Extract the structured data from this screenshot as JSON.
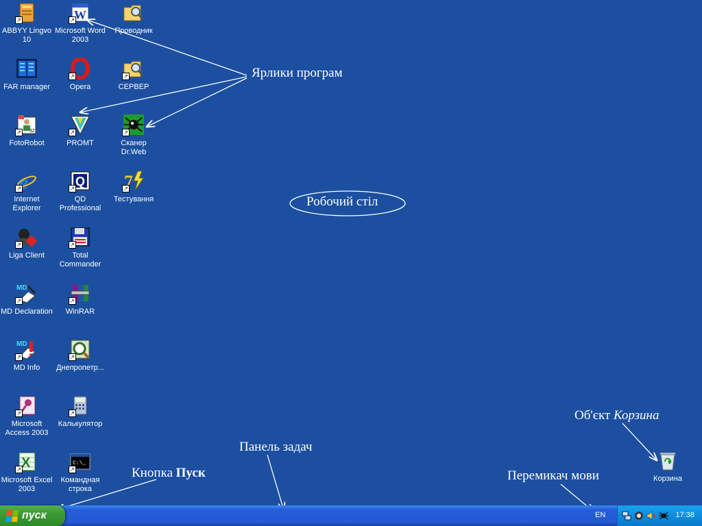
{
  "desktop_icons": [
    {
      "label": "ABBYY Lingvo\n10",
      "icon": "abbyy-lingvo-icon"
    },
    {
      "label": "Microsoft Word\n2003",
      "icon": "word-icon"
    },
    {
      "label": "Проводник",
      "icon": "explorer-folder-icon"
    },
    {
      "label": "FAR manager",
      "icon": "far-manager-icon"
    },
    {
      "label": "Opera",
      "icon": "opera-icon"
    },
    {
      "label": "СЕРВЕР",
      "icon": "server-folder-icon"
    },
    {
      "label": "FotoRobot",
      "icon": "fotorobot-icon"
    },
    {
      "label": "PROMT",
      "icon": "promt-icon"
    },
    {
      "label": "Сканер\nDr.Web",
      "icon": "drweb-icon"
    },
    {
      "label": "Internet\nExplorer",
      "icon": "internet-explorer-icon"
    },
    {
      "label": "QD\nProfessional",
      "icon": "qd-professional-icon"
    },
    {
      "label": "Тестування",
      "icon": "testing-icon"
    },
    {
      "label": "Liga Client",
      "icon": "liga-client-icon"
    },
    {
      "label": "Total\nCommander",
      "icon": "total-commander-icon"
    },
    {
      "label": "MD Declaration",
      "icon": "md-declaration-icon"
    },
    {
      "label": "WinRAR",
      "icon": "winrar-icon"
    },
    {
      "label": "MD Info",
      "icon": "md-info-icon"
    },
    {
      "label": "Днепропетр...",
      "icon": "map-search-icon"
    },
    {
      "label": "Microsoft\nAccess 2003",
      "icon": "access-icon"
    },
    {
      "label": "Калькулятор",
      "icon": "calculator-icon"
    },
    {
      "label": "Microsoft Excel\n2003",
      "icon": "excel-icon"
    },
    {
      "label": "Командная\nстрока",
      "icon": "command-prompt-icon"
    }
  ],
  "recycle_bin": {
    "label": "Корзина",
    "icon": "recycle-bin-icon"
  },
  "annotations": {
    "shortcuts": "Ярлики програм",
    "desktop": "Робочий стіл",
    "recycle_pre": "Об'єкт ",
    "recycle_em": "Корзина",
    "taskbar": "Панель задач",
    "start_pre": "Кнопка ",
    "start_bold": "Пуск",
    "lang_switch": "Перемикач мови"
  },
  "taskbar": {
    "start_label": "пуск",
    "language": "EN",
    "clock": "17:38",
    "tray_icons": [
      "network-icon",
      "agent-icon",
      "volume-icon",
      "antivirus-spider-icon"
    ]
  },
  "colors": {
    "desktop": "#1c4fa0",
    "taskbar": "#245edb",
    "start": "#3c9a35",
    "tray": "#0d8ce0"
  }
}
